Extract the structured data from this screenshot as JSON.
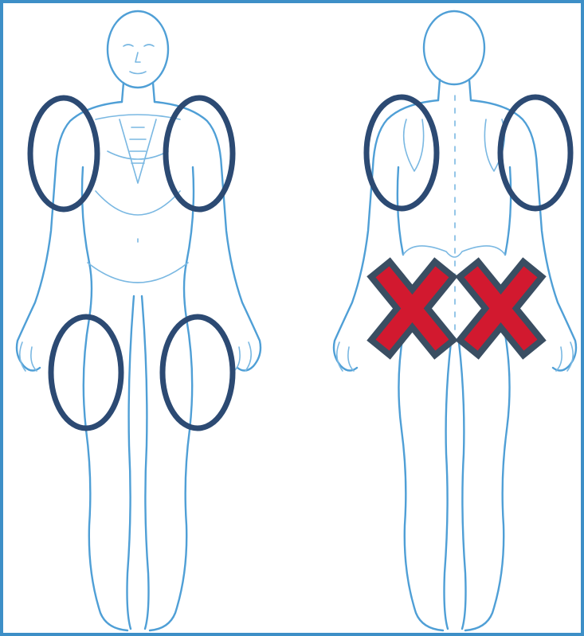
{
  "colors": {
    "frame": "#3d8fc7",
    "body_outline": "#4f9fd6",
    "ring": "#2c4a73",
    "mark_fill": "#d2192f",
    "mark_outline": "#3a4e62"
  },
  "figures": [
    {
      "view": "front",
      "rings": [
        "left-shoulder",
        "right-shoulder",
        "left-thigh",
        "right-thigh"
      ]
    },
    {
      "view": "back",
      "rings": [
        "left-shoulder",
        "right-shoulder"
      ],
      "crossed_out": [
        "left-buttock",
        "right-buttock"
      ]
    }
  ]
}
